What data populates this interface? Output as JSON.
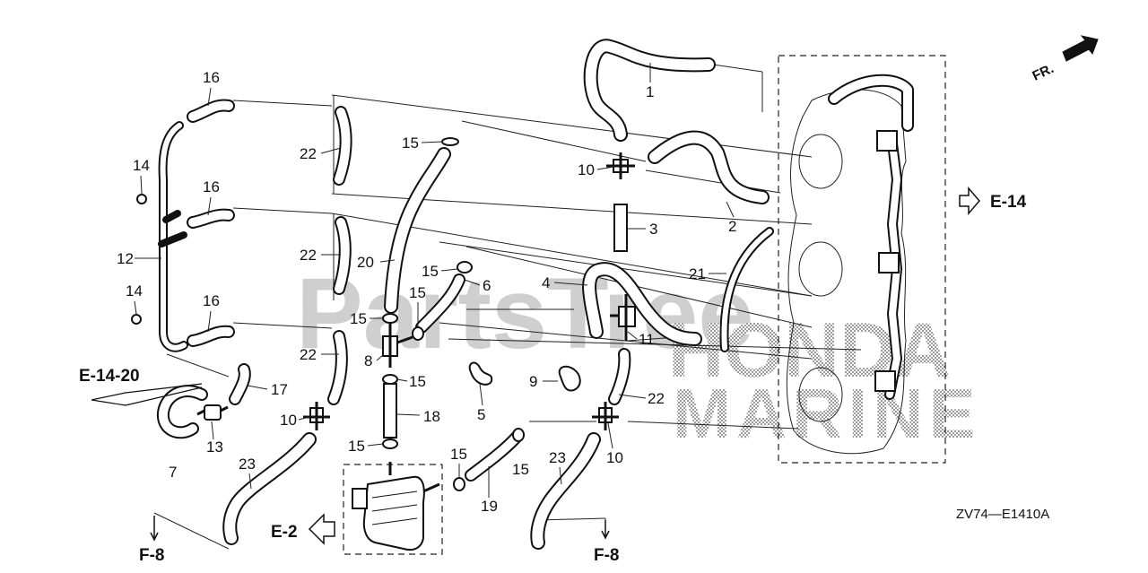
{
  "watermark": {
    "parts": "PartsTree",
    "brand_top": "HONDA",
    "brand_bottom": "MARINE"
  },
  "drawing_code": "ZV74—E1410A",
  "front_indicator": "FR.",
  "references": {
    "e14": "E-14",
    "e1420": "E-14-20",
    "e2": "E-2",
    "f8_left": "F-8",
    "f8_right": "F-8"
  },
  "callouts": [
    {
      "id": "c1",
      "text": "1"
    },
    {
      "id": "c2",
      "text": "2"
    },
    {
      "id": "c3",
      "text": "3"
    },
    {
      "id": "c4",
      "text": "4"
    },
    {
      "id": "c5",
      "text": "5"
    },
    {
      "id": "c6",
      "text": "6"
    },
    {
      "id": "c7",
      "text": "7"
    },
    {
      "id": "c8",
      "text": "8"
    },
    {
      "id": "c9",
      "text": "9"
    },
    {
      "id": "c10a",
      "text": "10"
    },
    {
      "id": "c10b",
      "text": "10"
    },
    {
      "id": "c10c",
      "text": "10"
    },
    {
      "id": "c11",
      "text": "11"
    },
    {
      "id": "c12",
      "text": "12"
    },
    {
      "id": "c13",
      "text": "13"
    },
    {
      "id": "c14a",
      "text": "14"
    },
    {
      "id": "c14b",
      "text": "14"
    },
    {
      "id": "c15a",
      "text": "15"
    },
    {
      "id": "c15b",
      "text": "15"
    },
    {
      "id": "c15c",
      "text": "15"
    },
    {
      "id": "c15d",
      "text": "15"
    },
    {
      "id": "c15e",
      "text": "15"
    },
    {
      "id": "c15f",
      "text": "15"
    },
    {
      "id": "c15g",
      "text": "15"
    },
    {
      "id": "c15h",
      "text": "15"
    },
    {
      "id": "c16a",
      "text": "16"
    },
    {
      "id": "c16b",
      "text": "16"
    },
    {
      "id": "c16c",
      "text": "16"
    },
    {
      "id": "c17",
      "text": "17"
    },
    {
      "id": "c18",
      "text": "18"
    },
    {
      "id": "c19",
      "text": "19"
    },
    {
      "id": "c20",
      "text": "20"
    },
    {
      "id": "c21",
      "text": "21"
    },
    {
      "id": "c22a",
      "text": "22"
    },
    {
      "id": "c22b",
      "text": "22"
    },
    {
      "id": "c22c",
      "text": "22"
    },
    {
      "id": "c22d",
      "text": "22"
    },
    {
      "id": "c23a",
      "text": "23"
    },
    {
      "id": "c23b",
      "text": "23"
    }
  ]
}
